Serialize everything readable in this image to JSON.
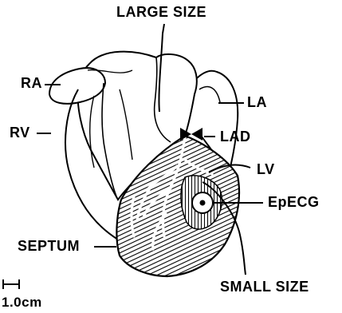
{
  "labels": {
    "large_size": "LARGE SIZE",
    "ra": "RA",
    "la": "LA",
    "rv": "RV",
    "lad": "LAD",
    "lv": "LV",
    "epecg": "EpECG",
    "septum": "SEPTUM",
    "small_size": "SMALL SIZE",
    "scale": "1.0cm"
  },
  "colors": {
    "ink": "#000000",
    "paper": "#ffffff"
  }
}
